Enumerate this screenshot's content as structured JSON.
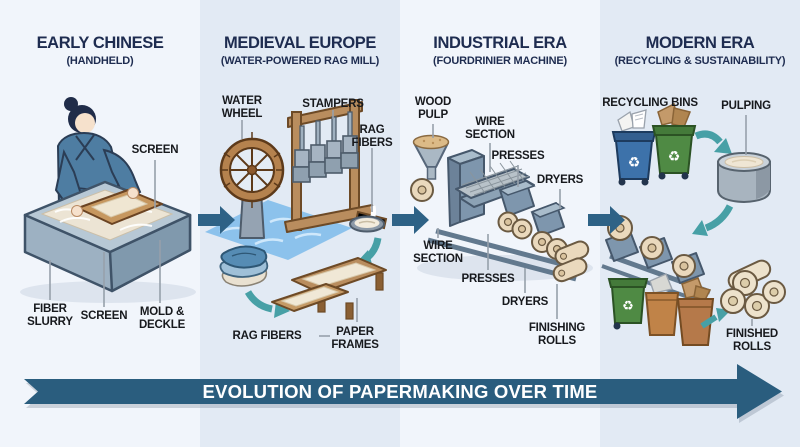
{
  "banner": {
    "label": "EVOLUTION OF PAPERMAKING OVER TIME"
  },
  "icons": {
    "recycle": "♻"
  },
  "panels": [
    {
      "title": "EARLY CHINESE",
      "subtitle": "(HANDHELD)",
      "labels": {
        "screen_top": "SCREEN",
        "fiber_slurry": "FIBER SLURRY",
        "screen_bottom": "SCREEN",
        "mold_deckle": "MOLD & DECKLE"
      }
    },
    {
      "title": "MEDIEVAL EUROPE",
      "subtitle": "(WATER-POWERED RAG MILL)",
      "labels": {
        "water_wheel": "WATER WHEEL",
        "stampers": "STAMPERS",
        "rag_fibers_top": "RAG FIBERS",
        "rag_fibers_bottom": "RAG FIBERS",
        "paper_frames": "PAPER FRAMES"
      }
    },
    {
      "title": "INDUSTRIAL ERA",
      "subtitle": "(FOURDRINIER MACHINE)",
      "labels": {
        "wood_pulp": "WOOD PULP",
        "wire_section_top": "WIRE SECTION",
        "presses_top": "PRESSES",
        "dryers_top": "DRYERS",
        "wire_section_bottom": "WIRE SECTION",
        "presses_bottom": "PRESSES",
        "dryers_bottom": "DRYERS",
        "finishing_rolls": "FINISHING ROLLS"
      }
    },
    {
      "title": "MODERN ERA",
      "subtitle": "(RECYCLING & SUSTAINABILITY)",
      "labels": {
        "recycling_bins": "RECYCLING BINS",
        "pulping": "PULPING",
        "finished_rolls": "FINISHED ROLLS"
      }
    }
  ],
  "colors": {
    "banner": "#2a5d7e",
    "timeline_arrow": "#2e6286",
    "flow_arrow": "#47a0a6",
    "panel_bg_light": "#f1f5fb",
    "panel_bg_dark": "#e2eaf4",
    "title_text": "#1e2c50",
    "label_text": "#17191d"
  }
}
